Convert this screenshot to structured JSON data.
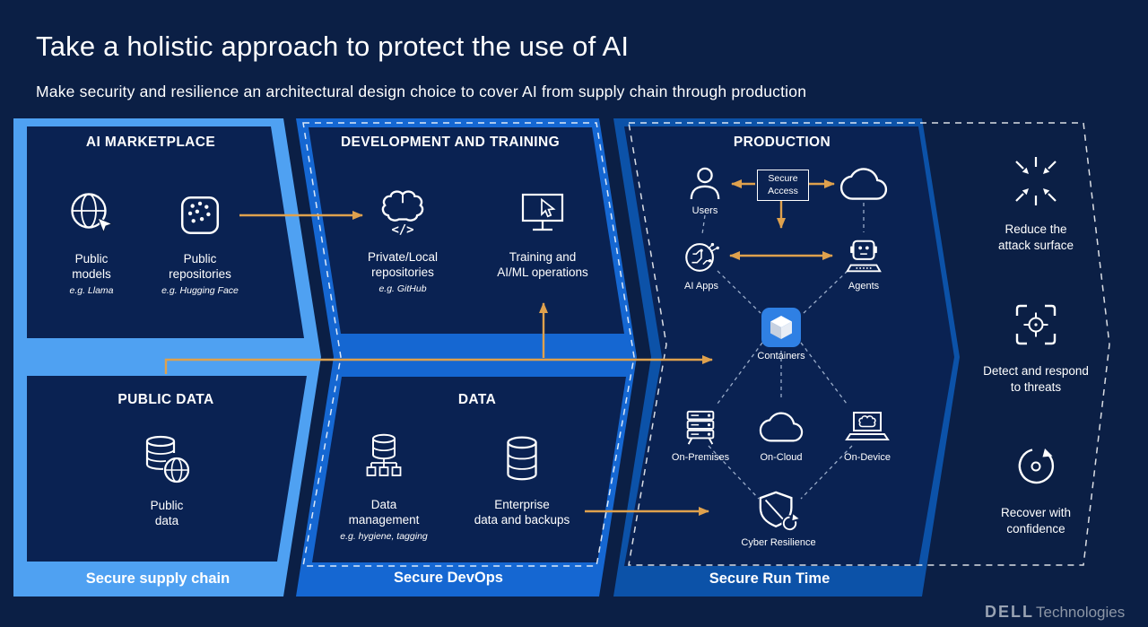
{
  "slide": {
    "title": "Take a holistic approach to protect the use of AI",
    "subtitle": "Make security and resilience an architectural design choice to cover AI from supply chain through production"
  },
  "colors": {
    "background": "#0B1F45",
    "supply_chain_blue": "#4FA1F2",
    "devops_blue": "#1567D2",
    "runtime_blue": "#0C52A8",
    "inner_box_navy": "#0A2252",
    "arrow_orange": "#DFA14D",
    "container_tile_blue": "#2F80E4"
  },
  "supply_chain": {
    "footer": "Secure supply chain",
    "marketplace": {
      "title": "AI MARKETPLACE",
      "items": [
        {
          "icon": "globe-cursor-icon",
          "label": "Public\nmodels",
          "example": "e.g. Llama"
        },
        {
          "icon": "repository-dots-icon",
          "label": "Public\nrepositories",
          "example": "e.g. Hugging Face"
        }
      ]
    },
    "public_data": {
      "title": "PUBLIC DATA",
      "items": [
        {
          "icon": "database-globe-icon",
          "label": "Public\ndata"
        }
      ]
    }
  },
  "devops": {
    "footer": "Secure DevOps",
    "dev_training": {
      "title": "DEVELOPMENT AND TRAINING",
      "code_glyph": "</>",
      "items": [
        {
          "icon": "brain-code-icon",
          "label": "Private/Local\nrepositories",
          "example": "e.g. GitHub"
        },
        {
          "icon": "monitor-cursor-icon",
          "label": "Training and\nAI/ML operations"
        }
      ]
    },
    "data": {
      "title": "DATA",
      "items": [
        {
          "icon": "database-tree-icon",
          "label": "Data\nmanagement",
          "example": "e.g. hygiene, tagging"
        },
        {
          "icon": "database-icon",
          "label": "Enterprise\ndata and backups"
        }
      ]
    }
  },
  "runtime": {
    "footer": "Secure Run Time",
    "title": "PRODUCTION",
    "secure_access": "Secure\nAccess",
    "nodes": {
      "users": {
        "icon": "user-icon",
        "label": "Users"
      },
      "cloud": {
        "icon": "cloud-icon"
      },
      "ai_apps": {
        "icon": "circuit-icon",
        "label": "AI Apps"
      },
      "agents": {
        "icon": "agent-robot-icon",
        "label": "Agents"
      },
      "containers": {
        "icon": "container-cube-icon",
        "label": "Containers"
      },
      "on_premises": {
        "icon": "server-icon",
        "label": "On-Premises"
      },
      "on_cloud": {
        "icon": "cloud-icon",
        "label": "On-Cloud"
      },
      "on_device": {
        "icon": "laptop-brain-icon",
        "label": "On-Device"
      },
      "cyber_resilience": {
        "icon": "shield-refresh-icon",
        "label": "Cyber Resilience"
      }
    }
  },
  "resilience": {
    "items": [
      {
        "icon": "converge-arrows-icon",
        "label": "Reduce the\nattack surface"
      },
      {
        "icon": "target-detect-icon",
        "label": "Detect and respond\nto threats"
      },
      {
        "icon": "recover-cycle-icon",
        "label": "Recover with\nconfidence"
      }
    ]
  },
  "brand": {
    "name": "DELL",
    "suffix": "Technologies"
  }
}
